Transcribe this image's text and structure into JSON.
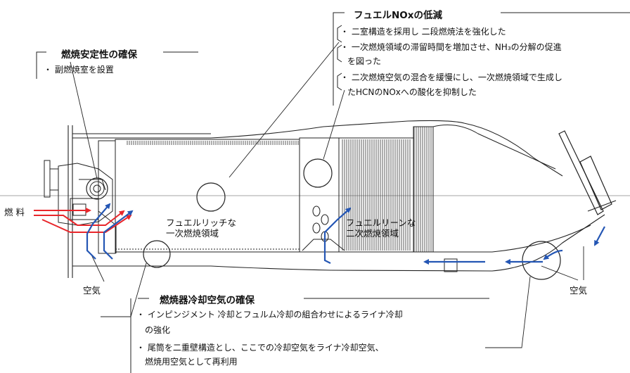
{
  "callouts": {
    "stability": {
      "title": "燃焼安定性の確保",
      "items": [
        "・ 副燃焼室を設置"
      ]
    },
    "nox": {
      "title": "フュエルNOxの低減",
      "items": [
        "・ 二室構造を採用し 二段燃焼法を強化した",
        "・ 一次燃焼領域の滞留時間を増加させ、NH₃の分解の促進",
        "を図った",
        "・ 二次燃焼空気の混合を緩慢にし、一次燃焼領域で生成し",
        "たHCNのNOxへの酸化を抑制した"
      ]
    },
    "cooling": {
      "title": "燃焼器冷却空気の確保",
      "items": [
        "・ インピンジメント 冷却とフュルム冷却の組合わせによるライナ冷却",
        "の強化",
        "・ 尾筒を二重壁構造とし、ここでの冷却空気をライナ冷却空気、",
        "燃焼用空気として再利用"
      ]
    }
  },
  "labels": {
    "fuel": "燃 料",
    "air_left": "空気",
    "air_right": "空気",
    "rich_zone": [
      "フュエルリッチな",
      "一次燃焼領域"
    ],
    "lean_zone": [
      "フュエルリーンな",
      "二次燃焼領域"
    ]
  },
  "colors": {
    "fuel_arrow": "#e8262b",
    "air_arrow": "#2456b4",
    "structure": "#222222"
  }
}
